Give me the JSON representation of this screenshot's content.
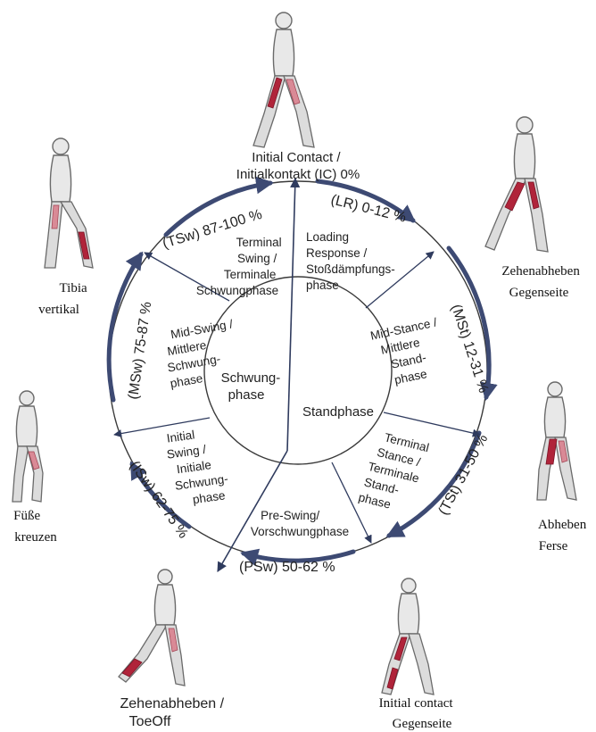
{
  "colors": {
    "arc": "#3d4a73",
    "arrow": "#2f3b5e",
    "line": "#3a3a3a",
    "muscle": "#b0243a"
  },
  "events": {
    "initial_contact": [
      "Initial Contact /",
      "Initialkontakt (IC) 0%"
    ],
    "toe_off": [
      "Zehenabheben /",
      "ToeOff"
    ]
  },
  "arc_labels": {
    "lr": "(LR) 0-12 %",
    "mst": "(MSt) 12-31 %",
    "tst": "(TSt) 31-50 %",
    "psw": "(PSw) 50-62 %",
    "isw": "(ISw) 62-75 %",
    "msw": "(MSw) 75-87 %",
    "tsw": "(TSw) 87-100 %"
  },
  "phases": {
    "loading_response": [
      "Loading",
      "Response /",
      "Stoßdämpfungs-",
      "phase"
    ],
    "mid_stance": [
      "Mid-Stance /",
      "Mittlere",
      "Stand-",
      "phase"
    ],
    "terminal_stance": [
      "Terminal",
      "Stance /",
      "Terminale",
      "Stand-",
      "phase"
    ],
    "pre_swing": [
      "Pre-Swing/",
      "Vorschwungphase"
    ],
    "initial_swing": [
      "Initial",
      "Swing /",
      "Initiale",
      "Schwung-",
      "phase"
    ],
    "mid_swing": [
      "Mid-Swing /",
      "Mittlere",
      "Schwung-",
      "phase"
    ],
    "terminal_swing": [
      "Terminal",
      "Swing /",
      "Terminale",
      "Schwungphase"
    ]
  },
  "inner": {
    "swing": [
      "Schwung-",
      "phase"
    ],
    "stance": [
      "Standphase"
    ]
  },
  "figure_captions": {
    "opposite_toe_off": [
      "Zehenabheben",
      "Gegenseite"
    ],
    "heel_rise": [
      "Abheben",
      "Ferse"
    ],
    "opposite_initial_contact": [
      "Initial contact",
      "Gegenseite"
    ],
    "feet_adjacent": [
      "Füße",
      "kreuzen"
    ],
    "tibia_vertical": [
      "Tibia",
      "vertikal"
    ]
  },
  "icons": [
    "walking-figure-icon"
  ]
}
